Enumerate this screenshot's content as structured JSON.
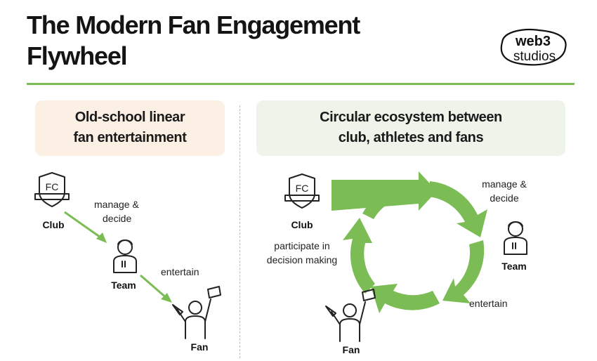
{
  "header": {
    "title_line1": "The Modern Fan Engagement",
    "title_line2": "Flywheel",
    "logo_line1": "web3",
    "logo_line2": "studios"
  },
  "left_panel": {
    "heading_line1": "Old-school linear",
    "heading_line2": "fan entertainment",
    "nodes": {
      "club": "Club",
      "team": "Team",
      "fan": "Fan",
      "crest_text": "FC"
    },
    "edges": {
      "club_to_team_line1": "manage &",
      "club_to_team_line2": "decide",
      "team_to_fan": "entertain"
    }
  },
  "right_panel": {
    "heading_line1": "Circular ecosystem between",
    "heading_line2": "club, athletes and fans",
    "nodes": {
      "club": "Club",
      "team": "Team",
      "fan": "Fan",
      "crest_text": "FC"
    },
    "edges": {
      "club_to_team_line1": "manage &",
      "club_to_team_line2": "decide",
      "team_to_fan": "entertain",
      "fan_to_club_line1": "participate in",
      "fan_to_club_line2": "decision making"
    }
  },
  "colors": {
    "accent_green": "#7cbc55",
    "left_box_bg": "#fcefe4",
    "right_box_bg": "#eef4ea"
  }
}
